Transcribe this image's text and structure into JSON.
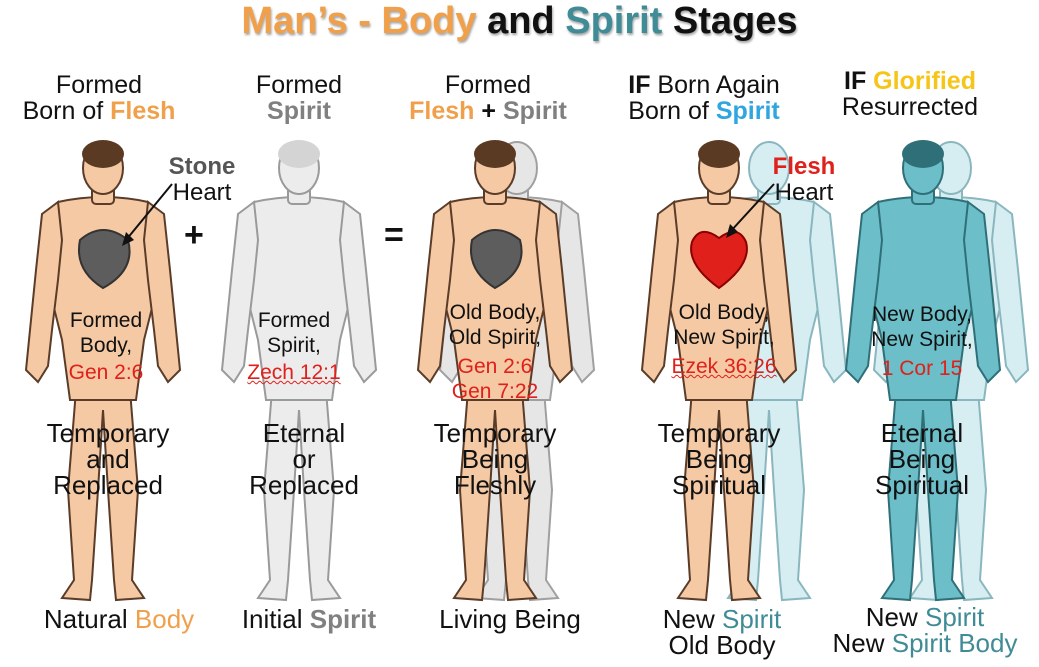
{
  "colors": {
    "orange": "#f0a04b",
    "gray": "#808080",
    "blue": "#2fa6df",
    "teal": "#3f8b96",
    "yellow": "#f5c518",
    "red": "#e0201b"
  },
  "title": {
    "part1": "Man’s",
    "dash": " - ",
    "part2": "Body",
    "part3": " and ",
    "part4": "Spirit",
    "part5": " Stages"
  },
  "columns": [
    {
      "header": {
        "line1": "Formed",
        "line2a": "Born of ",
        "line2b": "Flesh"
      },
      "mid": [
        "Formed",
        "Body,"
      ],
      "refs": [
        "Gen 2:6"
      ],
      "stage": [
        "Temporary",
        "and",
        "Replaced"
      ],
      "bottom": {
        "a": "Natural ",
        "b": "Body"
      }
    },
    {
      "header": {
        "line1": "Formed",
        "line2": "Spirit"
      },
      "mid": [
        "Formed",
        "Spirit,"
      ],
      "refs": [
        "Zech 12:1"
      ],
      "stage": [
        "Eternal",
        "or",
        "Replaced"
      ],
      "bottom": {
        "a": "Initial ",
        "b": "Spirit"
      }
    },
    {
      "header": {
        "line1": "Formed",
        "line2a": "Flesh",
        "line2b": " + ",
        "line2c": "Spirit"
      },
      "mid": [
        "Old Body,",
        "Old Spirit,"
      ],
      "refs": [
        "Gen 2:6",
        "Gen 7:22"
      ],
      "stage": [
        "Temporary",
        "Being",
        "Fleshly"
      ],
      "bottom": {
        "a": "Living Being"
      }
    },
    {
      "header": {
        "line1a": "IF",
        "line1b": " Born Again",
        "line2a": "Born of ",
        "line2b": "Spirit"
      },
      "mid": [
        "Old Body,",
        "New Spirit,"
      ],
      "refs": [
        "Ezek 36:26"
      ],
      "stage": [
        "Temporary",
        "Being",
        "Spiritual"
      ],
      "bottom": {
        "l1a": "New ",
        "l1b": "Spirit",
        "l2": "Old Body"
      }
    },
    {
      "header": {
        "line1a": "IF",
        "line1b": " Glorified",
        "line2": "Resurrected"
      },
      "mid": [
        "New Body,",
        "New Spirit,"
      ],
      "refs": [
        "1 Cor 15"
      ],
      "stage": [
        "Eternal",
        "Being",
        "Spiritual"
      ],
      "bottom": {
        "l1a": "New ",
        "l1b": "Spirit",
        "l2a": "New ",
        "l2b": "Spirit Body"
      }
    }
  ],
  "operators": {
    "plus": "+",
    "equals": "="
  },
  "callouts": {
    "stone": {
      "line1": "Stone",
      "line2": "Heart"
    },
    "flesh": {
      "line1": "Flesh",
      "line2": "Heart"
    }
  }
}
